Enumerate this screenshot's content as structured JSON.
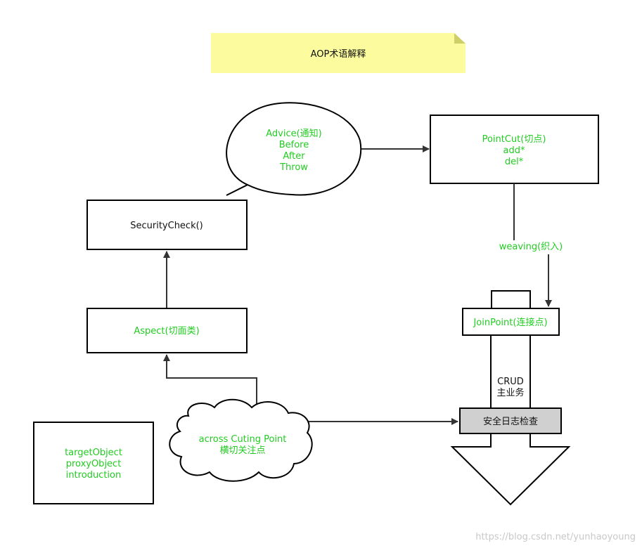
{
  "note": {
    "title": "AOP术语解释"
  },
  "advice": {
    "lines": [
      "Advice(通知)",
      "Before",
      "After",
      "Throw"
    ]
  },
  "pointcut": {
    "lines": [
      "PointCut(切点)",
      "add*",
      "del*"
    ]
  },
  "security_check": {
    "label": "SecurityCheck()"
  },
  "aspect": {
    "label": "Aspect(切面类)"
  },
  "weaving": {
    "label": "weaving(织入)"
  },
  "joinpoint": {
    "label": "JoinPoint(连接点)"
  },
  "crud": {
    "lines": [
      "CRUD",
      "主业务"
    ]
  },
  "security_log": {
    "label": "安全日志检查"
  },
  "cross_cutting": {
    "lines": [
      "across Cuting Point",
      "横切关注点"
    ]
  },
  "terms": {
    "lines": [
      "targetObject",
      "proxyObject",
      "introduction"
    ]
  },
  "watermark": "https://blog.csdn.net/yunhaoyoung",
  "colors": {
    "note_fill": "#fcfc9e",
    "note_fold": "#cfcf6a",
    "label_green": "#22cc22",
    "log_box_fill": "#d0d0d0"
  }
}
